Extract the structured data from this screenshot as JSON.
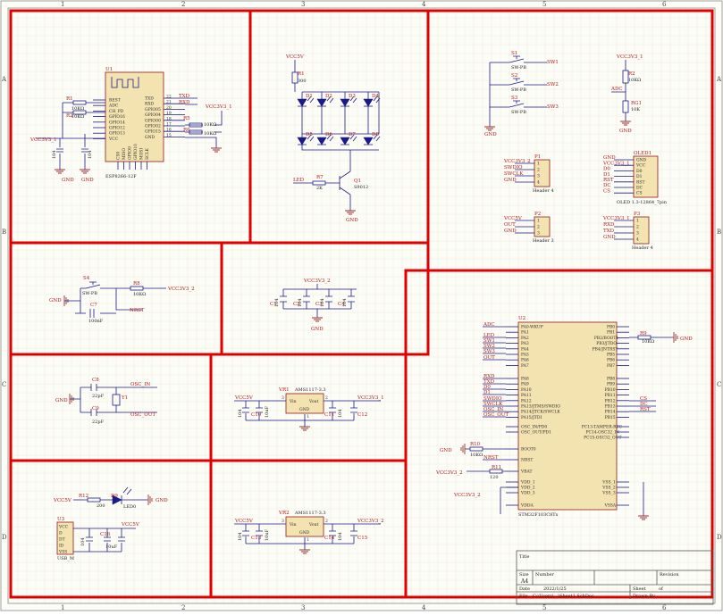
{
  "zones": {
    "cols": [
      "1",
      "2",
      "3",
      "4",
      "5",
      "6"
    ],
    "rows": [
      "A",
      "B",
      "C",
      "D"
    ]
  },
  "esp": {
    "ref": "U1",
    "name": "ESP8266-12F",
    "left_pins": [
      "REST",
      "ADC",
      "CH_PD",
      "GPIO16",
      "GPIO14",
      "GPIO12",
      "GPIO13",
      "VCC"
    ],
    "right_pins": [
      "TXD",
      "RXD",
      "GPIO05",
      "GPIO04",
      "GPIO00",
      "GPIO02",
      "GPIO15",
      "GND"
    ],
    "right_nums": [
      "22",
      "21",
      "20",
      "19",
      "18",
      "17",
      "16",
      "15"
    ],
    "bottom_pins": [
      "CS0",
      "MISO",
      "GPIO9",
      "GPIO10",
      "MOSI",
      "SCLK"
    ],
    "r1": "R1",
    "r1v": "10KΩ",
    "r2": "R2",
    "r2v": "10KΩ",
    "r5": "R5",
    "r5v": "10KΩ",
    "r6": "R6",
    "r6v": "10KΩ",
    "txd": "TXD",
    "rxd": "RXD",
    "vcc_net": "VCC3V3_1",
    "vcc_net_left": "VCC3V3_1",
    "cap_a": "104",
    "cap_b": "104",
    "gnd": "GND"
  },
  "led_matrix": {
    "vcc": "VCC5V",
    "r1": "R1",
    "r1v": "300",
    "leds": [
      "D1",
      "D2",
      "D3",
      "D4",
      "D5",
      "D6",
      "D7",
      "D8"
    ],
    "ctrl": "LED",
    "r7": "R7",
    "r7v": "2K",
    "q1": "Q1",
    "q1v": "S9012",
    "gnd": "GND"
  },
  "switches": {
    "items": [
      {
        "ref": "S1",
        "type": "SW-PB",
        "net": "SW1"
      },
      {
        "ref": "S2",
        "type": "SW-PB",
        "net": "SW2"
      },
      {
        "ref": "S3",
        "type": "SW-PB",
        "net": "SW3"
      }
    ],
    "gnd": "GND"
  },
  "adc": {
    "vcc": "VCC3V3_1",
    "r2": "R2",
    "r2v": "10KΩ",
    "net": "ADC",
    "rg": "RG1",
    "rgv": "10K",
    "gnd": "GND"
  },
  "p1": {
    "ref": "P1",
    "nets": [
      "VCC3V3_2",
      "SWDIO",
      "SWCLK",
      "GND"
    ],
    "pins": [
      "1",
      "2",
      "3",
      "4"
    ],
    "name": "Header 4"
  },
  "oled": {
    "ref": "OLED1",
    "nets": [
      "GND",
      "VCC3V3_1",
      "D0",
      "D1",
      "RST",
      "DC",
      "CS"
    ],
    "pins": [
      "GND",
      "VCC",
      "D0",
      "D1",
      "RST",
      "DC",
      "CS"
    ],
    "name": "OLED 1.3-12864_7pin"
  },
  "p2": {
    "ref": "P2",
    "nets": [
      "VCC5V",
      "OUT",
      "GND"
    ],
    "pins": [
      "1",
      "2",
      "3"
    ],
    "name": "Header 3"
  },
  "p3": {
    "ref": "P3",
    "nets": [
      "VCC3V3_1",
      "RXD",
      "TXD",
      "GND"
    ],
    "pins": [
      "1",
      "2",
      "3",
      "4"
    ],
    "name": "Header 4"
  },
  "reset": {
    "s4": "S4",
    "type": "SW-PB",
    "r8": "R8",
    "r8v": "10KΩ",
    "vcc": "VCC3V3_2",
    "c7": "C7",
    "c7v": "100nF",
    "nrst": "NRST",
    "gnd": "GND"
  },
  "decoup": {
    "vcc": "VCC3V3_2",
    "caps": [
      "C1",
      "C2",
      "C3",
      "C4"
    ],
    "val": "104",
    "gnd": "GND"
  },
  "osc": {
    "c8": "C8",
    "c8v": "22pF",
    "c9": "C9",
    "c9v": "22pF",
    "y": "Y1",
    "in": "OSC_IN",
    "out": "OSC_OUT",
    "gnd": "GND"
  },
  "vr1": {
    "ref": "VR1",
    "name": "AMS1117-3.3",
    "vin": "Vin",
    "vout": "Vout",
    "gnd": "GND",
    "in": "VCC5V",
    "out": "VCC3V3_1",
    "caps": [
      "104",
      "C10",
      "10uF",
      "C11",
      "104",
      "C12"
    ],
    "pins": [
      "3",
      "2",
      "1"
    ]
  },
  "vr2": {
    "ref": "VR2",
    "name": "AMS1117-3.3",
    "vin": "Vin",
    "vout": "Vout",
    "gnd": "GND",
    "in": "VCC5V",
    "out": "VCC3V3_2",
    "caps": [
      "104",
      "C13",
      "10uF",
      "C14",
      "104",
      "C15"
    ],
    "pins": [
      "3",
      "2",
      "1"
    ]
  },
  "powerled": {
    "vcc": "VCC5V",
    "r12": "R12",
    "r12v": "200",
    "d9": "D9",
    "led": "LED0",
    "gnd": "GND"
  },
  "u3": {
    "ref": "U3",
    "pins": [
      "VCC",
      "D",
      "DT",
      "ID",
      "VSS"
    ],
    "name": "USB_M",
    "vcc": "VCC5V",
    "caps": [
      "C16",
      "104",
      "10uF"
    ]
  },
  "stm": {
    "ref": "U2",
    "name": "STM32F103C8Tx",
    "left_pins": [
      "PA0-WKUP",
      "PA1",
      "PA2",
      "PA3",
      "PA4",
      "PA5",
      "PA6",
      "PA7",
      "PA8",
      "PA9",
      "PA10",
      "PA11",
      "PA12",
      "PA13/JTMS/SWDIO",
      "PA14/JTCK/SWCLK",
      "PA15/JTDI",
      "OSC_IN/PD0",
      "OSC_OUT/PD1",
      "BOOT0",
      "NRST",
      "VBAT",
      "VDD_1",
      "VDD_2",
      "VDD_3",
      "VDDA"
    ],
    "right_pins": [
      "PB0",
      "PB1",
      "PB2/BOOT1",
      "PB3/JTDO",
      "PB4/JNTRST",
      "PB5",
      "PB6",
      "PB7",
      "PB8",
      "PB9",
      "PB10",
      "PB11",
      "PB12",
      "PB13",
      "PB14",
      "PB15",
      "PC13-TAMPER-RTC",
      "PC14-OSC32_IN",
      "PC15-OSC32_OUT",
      "VSS_1",
      "VSS_2",
      "VSS_3",
      "VSSA"
    ],
    "left_nets": [
      "ADC",
      "",
      "LED",
      "SW1",
      "SW2",
      "SW3",
      "OUT",
      "",
      "RXD",
      "TXD",
      "D0",
      "D1",
      "SWDIO",
      "SWCLK",
      "",
      "OSC_IN",
      "OSC_OUT",
      "GND",
      "NRST",
      "VCC3V3_2",
      "VCC3V3_2"
    ],
    "right_nets": [
      "CS",
      "DC",
      "RST"
    ],
    "r9": "R9",
    "r9v": "10KΩ",
    "r10": "R10",
    "r10v": "10KΩ",
    "r11": "R11",
    "r11v": "120",
    "gnd": "GND"
  },
  "title_block": {
    "title": "Title",
    "size": "Size",
    "size_val": "A4",
    "number": "Number",
    "revision": "Revision",
    "date": "Date",
    "date_val": "2022/1/25",
    "sheet": "Sheet",
    "of": "of",
    "file": "File",
    "file_val": "C:\\Users\\...\\Sheet1.SchDoc",
    "drawn": "Drawn By"
  }
}
